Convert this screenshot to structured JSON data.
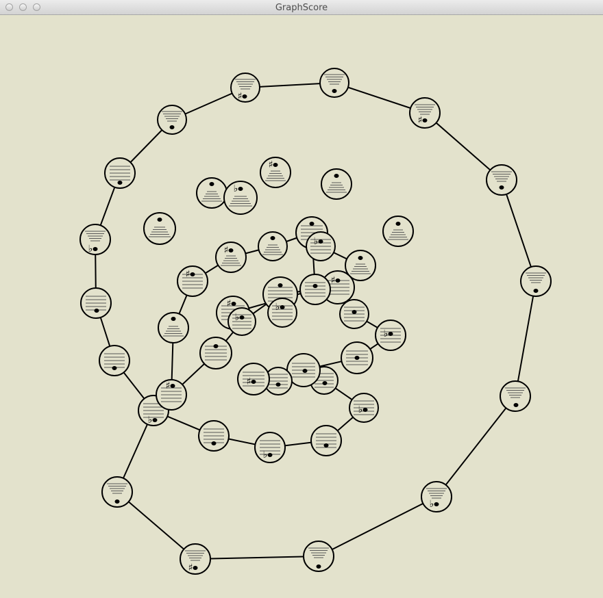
{
  "window": {
    "title": "GraphScore"
  },
  "colors": {
    "background": "#e3e2cc",
    "node_fill": "#e3e2cc",
    "ink": "#000000",
    "staff_line": "#555555"
  },
  "score": {
    "nodes": [
      {
        "id": "n1",
        "accidental": "sharp"
      },
      {
        "id": "n2",
        "accidental": ""
      },
      {
        "id": "n3",
        "accidental": "sharp"
      },
      {
        "id": "n4",
        "accidental": ""
      },
      {
        "id": "n5",
        "accidental": ""
      },
      {
        "id": "n6",
        "accidental": ""
      },
      {
        "id": "n7",
        "accidental": "flat"
      },
      {
        "id": "n8",
        "accidental": ""
      },
      {
        "id": "n9",
        "accidental": "sharp"
      },
      {
        "id": "n10",
        "accidental": ""
      },
      {
        "id": "n11",
        "accidental": "flat"
      },
      {
        "id": "n12",
        "accidental": ""
      },
      {
        "id": "n13",
        "accidental": ""
      },
      {
        "id": "n14",
        "accidental": "flat"
      },
      {
        "id": "n15",
        "accidental": ""
      },
      {
        "id": "n16",
        "accidental": ""
      },
      {
        "id": "n17",
        "accidental": "sharp"
      },
      {
        "id": "n18",
        "accidental": ""
      },
      {
        "id": "n19",
        "accidental": "flat"
      },
      {
        "id": "n20",
        "accidental": ""
      },
      {
        "id": "n21",
        "accidental": "flat"
      },
      {
        "id": "n22",
        "accidental": ""
      },
      {
        "id": "n23",
        "accidental": ""
      },
      {
        "id": "n24",
        "accidental": ""
      },
      {
        "id": "n25",
        "accidental": "sharp"
      },
      {
        "id": "n26",
        "accidental": ""
      },
      {
        "id": "n27",
        "accidental": ""
      },
      {
        "id": "n28",
        "accidental": "sharp"
      },
      {
        "id": "n29",
        "accidental": "sharp"
      },
      {
        "id": "n30",
        "accidental": ""
      },
      {
        "id": "n31",
        "accidental": ""
      },
      {
        "id": "n32",
        "accidental": "flat"
      },
      {
        "id": "n33",
        "accidental": ""
      },
      {
        "id": "n34",
        "accidental": "sharp"
      },
      {
        "id": "n35",
        "accidental": ""
      },
      {
        "id": "n36",
        "accidental": "flat"
      },
      {
        "id": "n37",
        "accidental": ""
      },
      {
        "id": "n38",
        "accidental": ""
      },
      {
        "id": "n39",
        "accidental": "sharp"
      },
      {
        "id": "n40",
        "accidental": "flat"
      },
      {
        "id": "n41",
        "accidental": ""
      },
      {
        "id": "n42",
        "accidental": "flat"
      },
      {
        "id": "n43",
        "accidental": ""
      },
      {
        "id": "n44",
        "accidental": ""
      },
      {
        "id": "n45",
        "accidental": "flat"
      },
      {
        "id": "n46",
        "accidental": "sharp"
      },
      {
        "id": "n47",
        "accidental": ""
      },
      {
        "id": "n48",
        "accidental": ""
      },
      {
        "id": "n49",
        "accidental": ""
      },
      {
        "id": "n50",
        "accidental": ""
      },
      {
        "id": "n51",
        "accidental": "flat"
      },
      {
        "id": "n52",
        "accidental": ""
      },
      {
        "id": "n53",
        "accidental": ""
      },
      {
        "id": "n54",
        "accidental": "sharp"
      }
    ]
  }
}
